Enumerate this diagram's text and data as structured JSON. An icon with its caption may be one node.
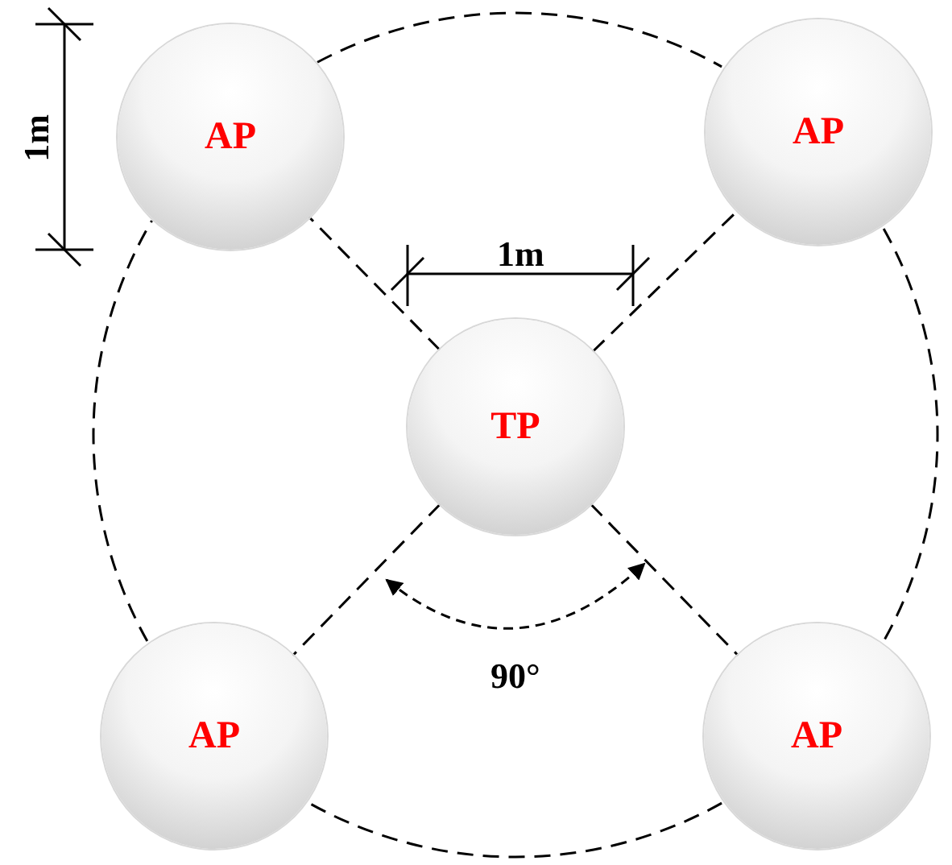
{
  "diagram": {
    "nodes": [
      {
        "text": [
          "AP"
        ]
      },
      {
        "text": [
          "AP"
        ]
      },
      {
        "text": [
          "TP"
        ]
      },
      {
        "text": [
          "AP"
        ]
      },
      {
        "text": [
          "AP"
        ]
      }
    ],
    "edges": [
      {
        "from": 2,
        "to": 0,
        "arrow": "none",
        "style": "dashed"
      },
      {
        "from": 2,
        "to": 1,
        "arrow": "none",
        "style": "dashed"
      },
      {
        "from": 2,
        "to": 3,
        "arrow": "none",
        "style": "dashed"
      },
      {
        "from": 2,
        "to": 4,
        "arrow": "none",
        "style": "dashed"
      },
      {
        "from": 0,
        "to": 1,
        "arrow": "none",
        "style": "dashed"
      },
      {
        "from": 1,
        "to": 4,
        "arrow": "none",
        "style": "dashed"
      },
      {
        "from": 4,
        "to": 3,
        "arrow": "none",
        "style": "dashed"
      },
      {
        "from": 3,
        "to": 0,
        "arrow": "none",
        "style": "dashed"
      }
    ],
    "labels": [
      "1m",
      "1m",
      "90°"
    ]
  }
}
